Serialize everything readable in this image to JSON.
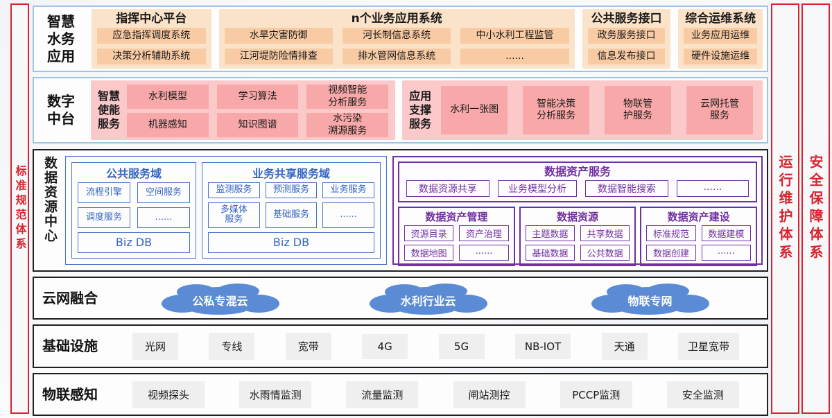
{
  "frame": {
    "left_bar": "标准规范体系",
    "right_bar_1": "运行维护体系",
    "right_bar_2": "安全保障体系"
  },
  "apps": {
    "label": "智慧\n水务\n应用",
    "command_center": {
      "title": "指挥中心平台",
      "items": [
        "应急指挥调度系统",
        "决策分析辅助系统"
      ]
    },
    "business_systems": {
      "title": "n个业务应用系统",
      "items": [
        "水旱灾害防御",
        "河长制信息系统",
        "中小水利工程监管",
        "江河堤防险情排查",
        "排水管网信息系统",
        "......"
      ]
    },
    "public_interfaces": {
      "title": "公共服务接口",
      "items": [
        "政务服务接口",
        "信息发布接口"
      ]
    },
    "ops_system": {
      "title": "综合运维系统",
      "items": [
        "业务应用运维",
        "硬件设施运维"
      ]
    }
  },
  "middle_platform": {
    "label": "数字\n中台",
    "enable_services": {
      "title": "智慧\n使能\n服务",
      "items": [
        "水利模型",
        "学习算法",
        "视频智能\n分析服务",
        "机器感知",
        "知识图谱",
        "水污染\n溯源服务"
      ]
    },
    "support_services": {
      "title": "应用\n支撑\n服务",
      "items": [
        "水利一张图",
        "智能决策\n分析服务",
        "物联管\n护服务",
        "云网托管\n服务"
      ]
    }
  },
  "data_center": {
    "label": "数据资源中心",
    "public_domain": {
      "title": "公共服务域",
      "items": [
        "流程引擎",
        "空间服务",
        "调度服务",
        "......"
      ],
      "db": "Biz DB"
    },
    "share_domain": {
      "title": "业务共享服务域",
      "items": [
        "监测服务",
        "预测服务",
        "业务服务",
        "多媒体\n服务",
        "基础服务",
        "......"
      ],
      "db": "Biz DB"
    },
    "asset_services": {
      "title": "数据资产服务",
      "items": [
        "数据资源共享",
        "业务模型分析",
        "数据智能搜索",
        "......"
      ]
    },
    "asset_mgmt": {
      "title": "数据资产管理",
      "items": [
        "资源目录",
        "资产治理",
        "数据地图",
        "......"
      ]
    },
    "data_resources": {
      "title": "数据资源",
      "items": [
        "主题数据",
        "共享数据",
        "基础数据",
        "公共数据"
      ]
    },
    "asset_build": {
      "title": "数据资产建设",
      "items": [
        "标准规范",
        "数据建模",
        "数据创建",
        "......"
      ]
    }
  },
  "cloud_network": {
    "label": "云网融合",
    "clouds": [
      "公私专混云",
      "水利行业云",
      "物联专网"
    ]
  },
  "infrastructure": {
    "label": "基础设施",
    "items": [
      "光网",
      "专线",
      "宽带",
      "4G",
      "5G",
      "NB-IOT",
      "天通",
      "卫星宽带"
    ]
  },
  "iot_sensing": {
    "label": "物联感知",
    "items": [
      "视频探头",
      "水雨情监测",
      "流量监测",
      "闸站测控",
      "PCCP监测",
      "安全监测"
    ]
  },
  "colors": {
    "frame_red": "#d9232e",
    "light_blue_border": "#9dc3e6",
    "orange_panel": "#fbe3c9",
    "orange_box": "#f8cba4",
    "pink_panel": "#fbc9c9",
    "pink_box": "#f8a8a8",
    "blue": "#3465c0",
    "purple": "#7030a0",
    "cloud_blue": "#5b8bd5",
    "gray_box": "#efefef",
    "dark_border": "#1f1f1f"
  }
}
